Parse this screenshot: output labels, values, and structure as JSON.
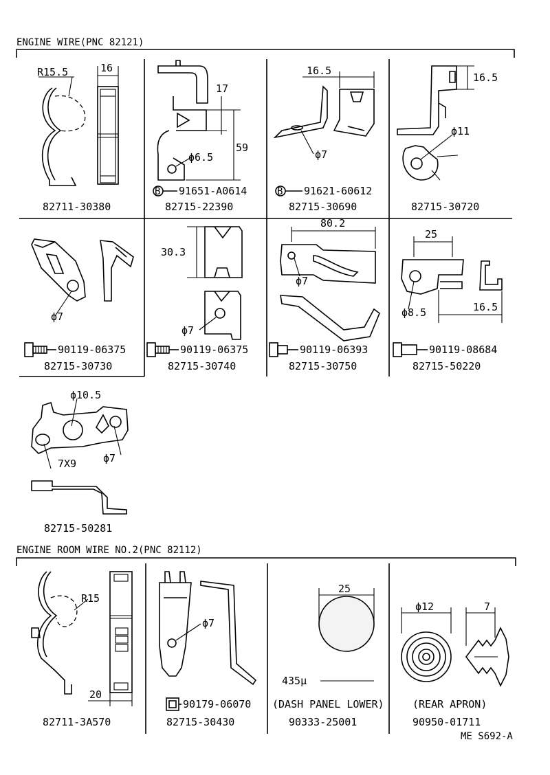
{
  "sections": {
    "engine_wire": "ENGINE WIRE(PNC 82121)",
    "engine_room_wire": "ENGINE ROOM WIRE NO.2(PNC 82112)"
  },
  "parts": {
    "p1": {
      "number": "82711-30380",
      "dims": [
        "R15.5",
        "16"
      ]
    },
    "p2": {
      "number": "82715-22390",
      "bolt": "91651-A0614",
      "bolt_mark": "B",
      "dims": [
        "17",
        "59",
        "ϕ6.5"
      ]
    },
    "p3": {
      "number": "82715-30690",
      "bolt": "91621-60612",
      "bolt_mark": "B",
      "dims": [
        "16.5",
        "ϕ7"
      ]
    },
    "p4": {
      "number": "82715-30720",
      "dims": [
        "16.5",
        "ϕ11"
      ]
    },
    "p5": {
      "number": "82715-30730",
      "bolt": "90119-06375",
      "dims": [
        "ϕ7"
      ]
    },
    "p6": {
      "number": "82715-30740",
      "bolt": "90119-06375",
      "dims": [
        "30.3",
        "ϕ7"
      ]
    },
    "p7": {
      "number": "82715-30750",
      "bolt": "90119-06393",
      "dims": [
        "80.2",
        "ϕ7"
      ]
    },
    "p8": {
      "number": "82715-50220",
      "bolt": "90119-08684",
      "dims": [
        "25",
        "ϕ8.5",
        "16.5"
      ]
    },
    "p9": {
      "number": "82715-50281",
      "dims": [
        "ϕ10.5",
        "ϕ7",
        "7X9"
      ]
    },
    "p10": {
      "number": "82711-3A570",
      "dims": [
        "R15",
        "20"
      ]
    },
    "p11": {
      "number": "82715-30430",
      "bolt": "90179-06070",
      "dims": [
        "ϕ7"
      ]
    },
    "p12": {
      "number": "90333-25001",
      "note": "(DASH PANEL LOWER)",
      "dims": [
        "25",
        "435μ"
      ]
    },
    "p13": {
      "number": "90950-01711",
      "note": "(REAR APRON)",
      "dims": [
        "ϕ12",
        "7"
      ]
    }
  },
  "footer_code": "ME S692-A"
}
